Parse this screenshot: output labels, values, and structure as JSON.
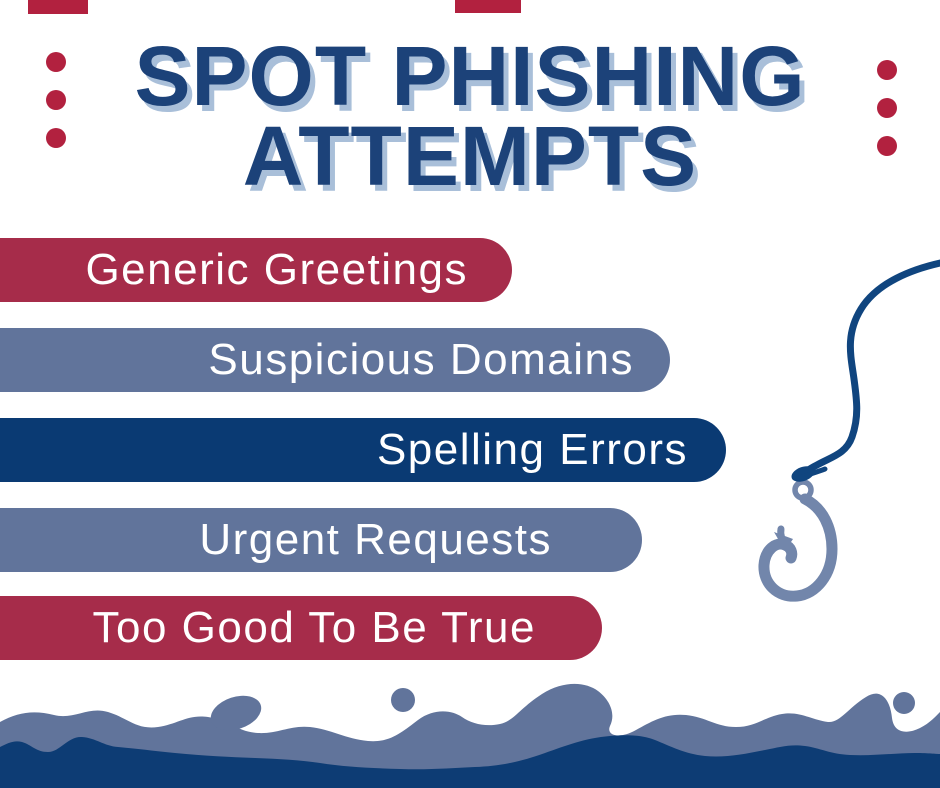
{
  "title": {
    "line1": "SPOT PHISHING",
    "line2": "ATTEMPTS"
  },
  "banners": [
    {
      "label": "Generic Greetings",
      "color": "#A62C4A"
    },
    {
      "label": "Suspicious Domains",
      "color": "#61749B"
    },
    {
      "label": "Spelling Errors",
      "color": "#0A3A73"
    },
    {
      "label": "Urgent Requests",
      "color": "#61749B"
    },
    {
      "label": "Too Good To Be True",
      "color": "#A62C4A"
    }
  ],
  "colors": {
    "background": "#FFFFFF",
    "title_text": "#1C4279",
    "title_shadow": "#A9BFD9",
    "banner_text": "#FFFFFF",
    "accent_red": "#B2213F",
    "wave_slate": "#61749B",
    "wave_navy": "#0D3C74",
    "hook_line_navy": "#10457F",
    "hook_slate": "#7286AB"
  },
  "decorations": {
    "left_dot_count": 3,
    "right_dot_count": 3,
    "illustrations": [
      "fishing-hook",
      "water-wave"
    ]
  }
}
